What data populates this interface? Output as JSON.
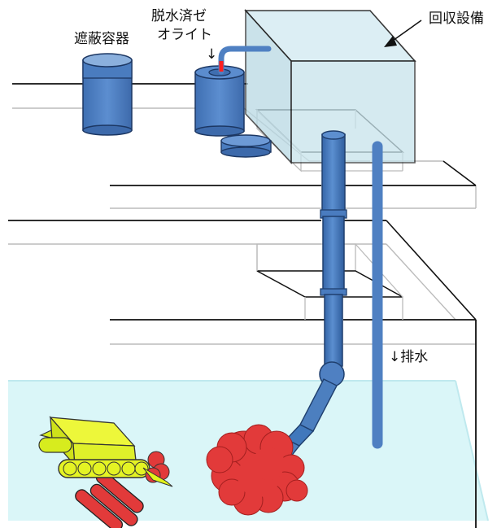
{
  "labels": {
    "shield_container": "遮蔽容器",
    "zeolite_line1": "脱水済ゼ",
    "zeolite_line2": "オライト",
    "recovery_equipment": "回収設備",
    "drainage": "↓排水"
  },
  "colors": {
    "pipe_blue": "#3f74b8",
    "container_blue": "#4f7fc0",
    "box_fill": "#cfe7ef",
    "water_fill": "#d8f6f8",
    "debris_red": "#e03b3b",
    "robot_yellow": "#e2f21a",
    "highlight_red": "#ff2020"
  },
  "icons": {
    "arrow": "down-arrow-icon"
  }
}
